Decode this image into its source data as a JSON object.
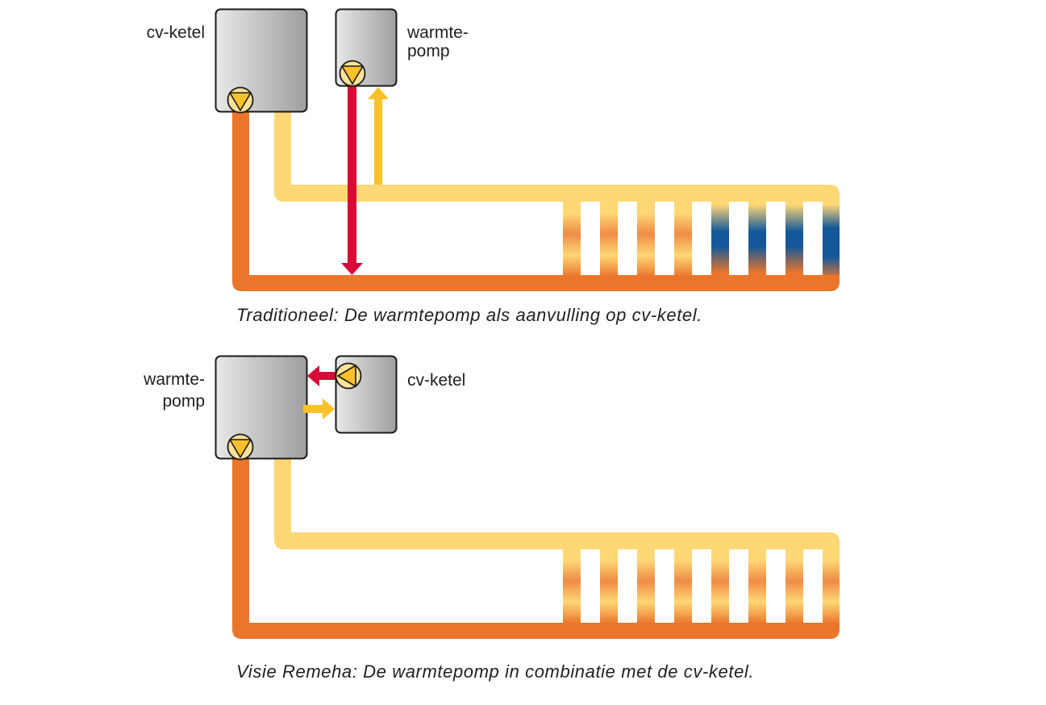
{
  "colors": {
    "supply_hot": "#EB762B",
    "return_warm": "#FFD775",
    "heatpump_flow_red": "#D90A35",
    "heatpump_flow_yellow": "#FBC12A",
    "cold_blue": "#12589A",
    "pump_fill": "#FFE29A",
    "pump_triangle": "#FBC12A",
    "unit_gradient_light": "#E8E8E8",
    "unit_gradient_dark": "#9E9E9E"
  },
  "diagrams": [
    {
      "name": "traditioneel",
      "unit_large_label": "cv-ketel",
      "unit_small_label_line1": "warmte-",
      "unit_small_label_line2": "pomp",
      "caption": "Traditioneel: De warmtepomp als aanvulling op cv-ketel.",
      "radiator_cold_zone": true
    },
    {
      "name": "visie-remeha",
      "unit_large_label_line1": "warmte-",
      "unit_large_label_line2": "pomp",
      "unit_small_label": "cv-ketel",
      "caption": "Visie Remeha: De warmtepomp in combinatie met de cv-ketel.",
      "radiator_cold_zone": false
    }
  ]
}
